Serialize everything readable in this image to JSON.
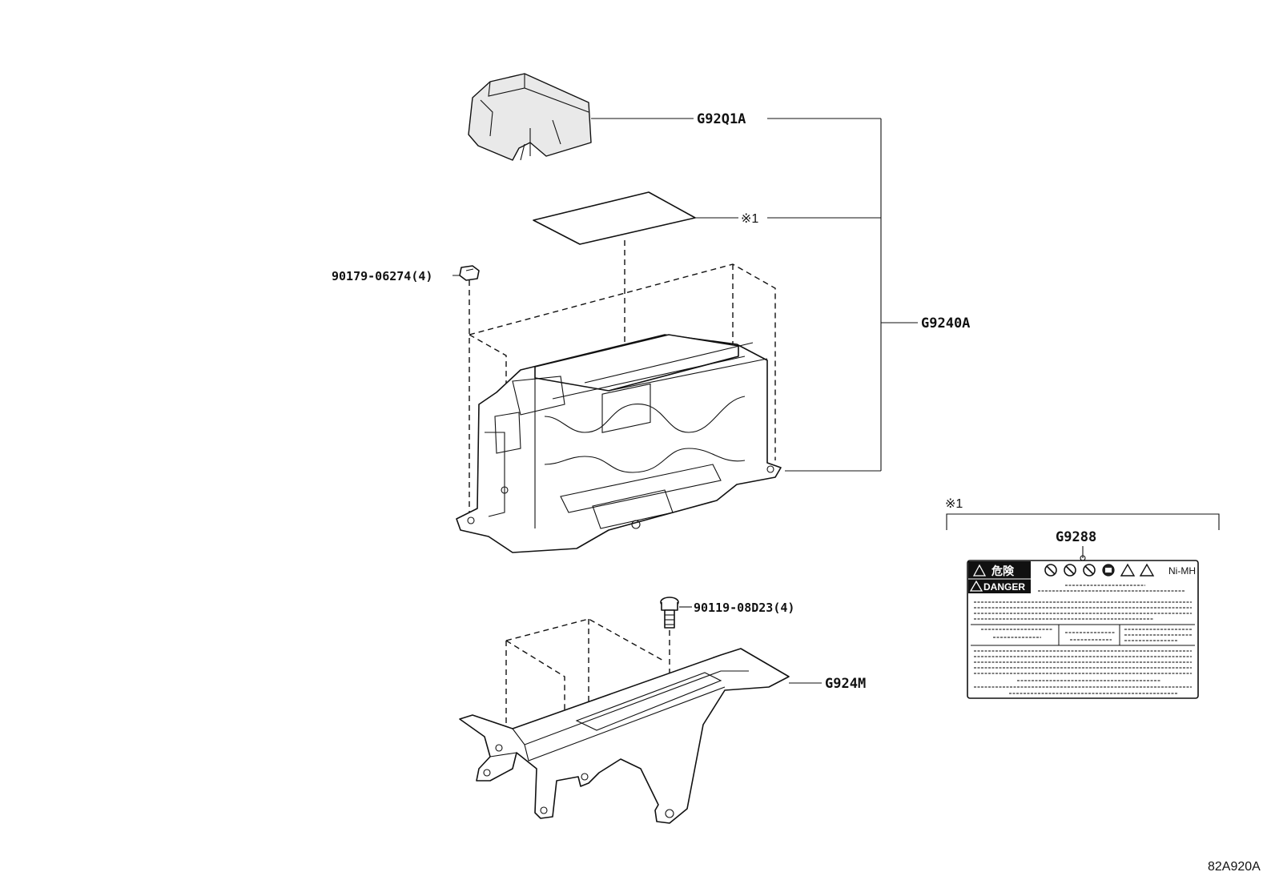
{
  "callouts": {
    "cover": "G92Q1A",
    "label_sheet": "※1",
    "nut": "90179-06274(4)",
    "assembly": "G9240A",
    "bolt": "90119-08D23(4)",
    "bracket": "G924M"
  },
  "detail": {
    "ref_mark": "※1",
    "part_no": "G9288",
    "label": {
      "warning_jp": "危険",
      "warning_en": "DANGER",
      "type": "Ni-MH"
    }
  },
  "diagram_code": "82A920A"
}
